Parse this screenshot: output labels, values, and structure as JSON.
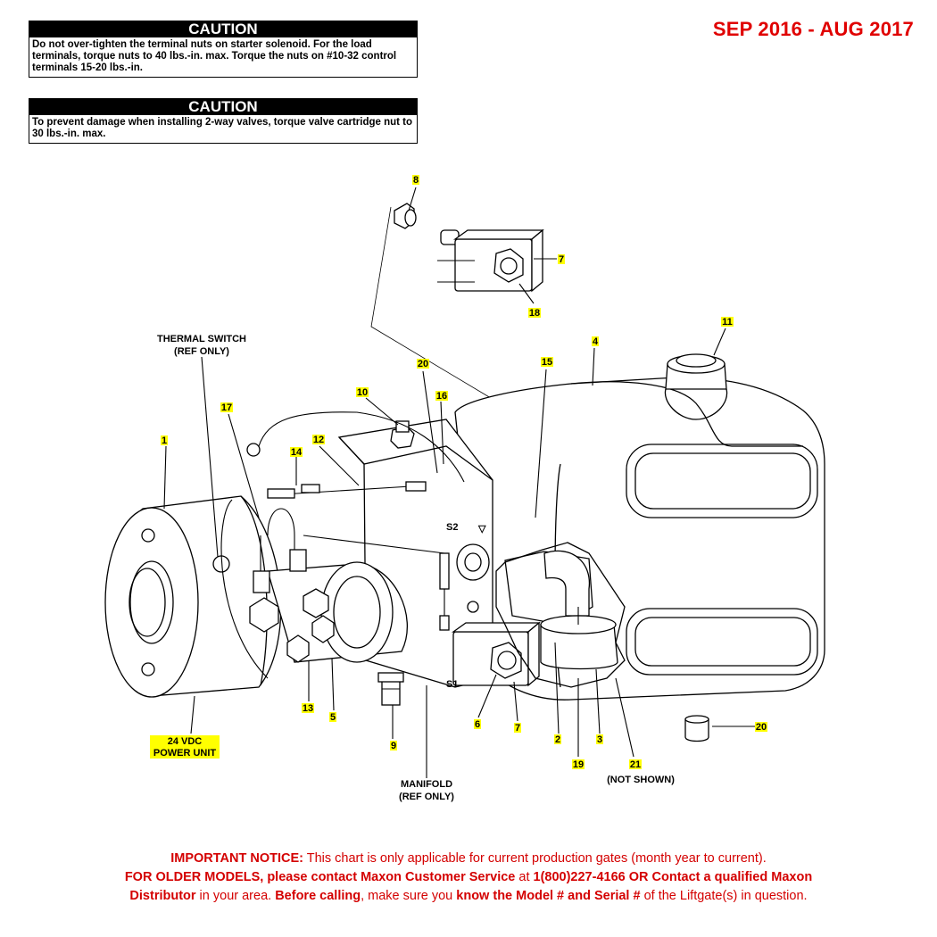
{
  "cautions": [
    {
      "heading": "CAUTION",
      "text": "Do not over-tighten the terminal nuts on starter solenoid. For the load terminals, torque nuts to 40 lbs.-in. max. Torque the nuts on #10-32 control terminals 15-20 lbs.-in."
    },
    {
      "heading": "CAUTION",
      "text": "To prevent damage when installing 2-way valves, torque valve cartridge nut to 30 lbs.-in. max."
    }
  ],
  "date_range": "SEP 2016 - AUG 2017",
  "ref_labels": {
    "thermal_switch_1": "THERMAL SWITCH",
    "thermal_switch_2": "(REF ONLY)",
    "manifold_1": "MANIFOLD",
    "manifold_2": "(REF ONLY)",
    "not_shown": "(NOT SHOWN)",
    "s1": "S1",
    "s2": "S2"
  },
  "power_unit_label": [
    "24 VDC",
    "POWER UNIT"
  ],
  "callouts": {
    "c1": "1",
    "c2": "2",
    "c3": "3",
    "c4": "4",
    "c5": "5",
    "c6": "6",
    "c7a": "7",
    "c7b": "7",
    "c8": "8",
    "c9": "9",
    "c10": "10",
    "c11": "11",
    "c12": "12",
    "c13": "13",
    "c14": "14",
    "c15": "15",
    "c16": "16",
    "c17": "17",
    "c18": "18",
    "c19": "19",
    "c20a": "20",
    "c20b": "20",
    "c21": "21"
  },
  "notice": {
    "line1_bold": "IMPORTANT NOTICE:",
    "line1_rest": " This chart is only applicable for current production gates (month year to current).",
    "line2_bold1": "FOR OLDER MODELS, please contact Maxon Customer Service",
    "line2_mid": " at ",
    "line2_bold2": "1(800)227-4166 OR Contact a qualified Maxon",
    "line3_bold1": "Distributor",
    "line3_mid1": " in your area. ",
    "line3_bold2": "Before calling",
    "line3_mid2": ", make sure you ",
    "line3_bold3": "know the Model # and Serial #",
    "line3_rest": " of the Liftgate(s) in question."
  },
  "colors": {
    "notice_red": "#d40000",
    "date_red": "#e00000",
    "callout_yellow": "#ffff00"
  }
}
